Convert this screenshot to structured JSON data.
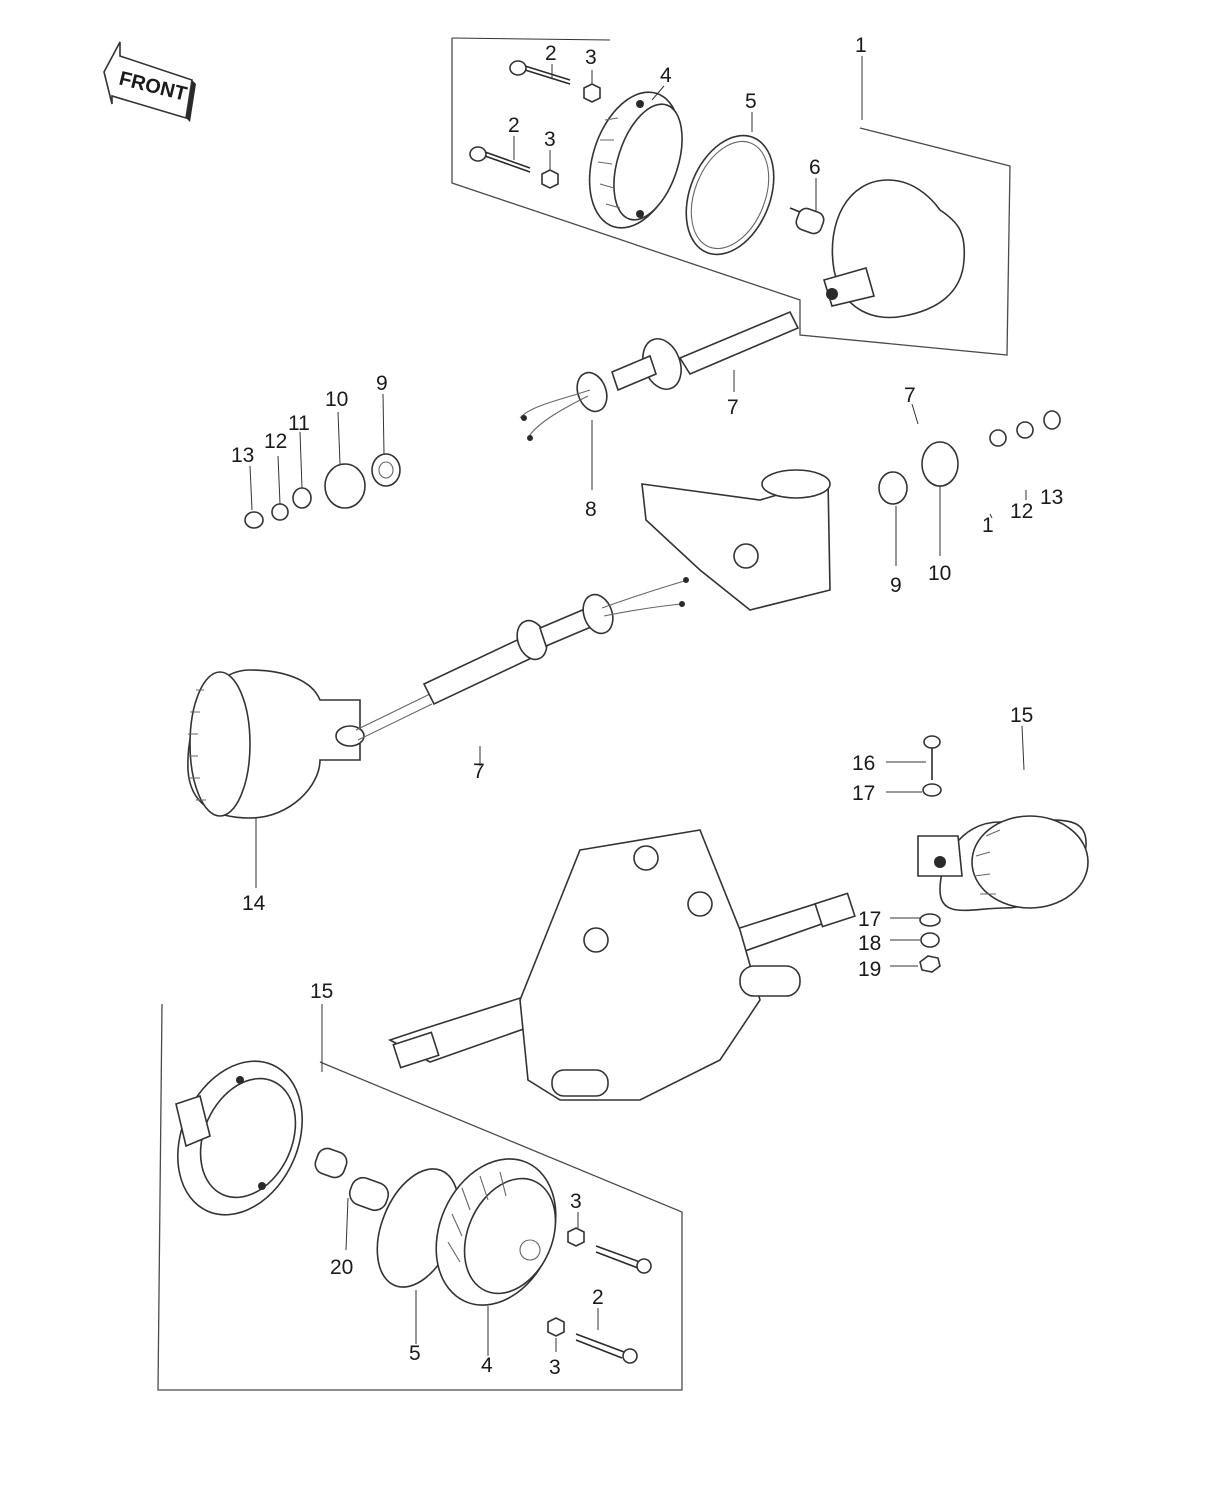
{
  "front_badge": {
    "text": "FRONT"
  },
  "callouts": [
    {
      "id": "c1",
      "text": "1"
    },
    {
      "id": "c2a",
      "text": "2"
    },
    {
      "id": "c3a",
      "text": "3"
    },
    {
      "id": "c4a",
      "text": "4"
    },
    {
      "id": "c2b",
      "text": "2"
    },
    {
      "id": "c3b",
      "text": "3"
    },
    {
      "id": "c5a",
      "text": "5"
    },
    {
      "id": "c6",
      "text": "6"
    },
    {
      "id": "c9a",
      "text": "9"
    },
    {
      "id": "c10a",
      "text": "10"
    },
    {
      "id": "c13a",
      "text": "13"
    },
    {
      "id": "c12a",
      "text": "12"
    },
    {
      "id": "c11a",
      "text": "11"
    },
    {
      "id": "c7a",
      "text": "7"
    },
    {
      "id": "c8",
      "text": "8"
    },
    {
      "id": "c7b",
      "text": "7"
    },
    {
      "id": "c11b",
      "text": "1"
    },
    {
      "id": "c12b",
      "text": "12"
    },
    {
      "id": "c13b",
      "text": "13"
    },
    {
      "id": "c9b",
      "text": "9"
    },
    {
      "id": "c10b",
      "text": "10"
    },
    {
      "id": "c7c",
      "text": "7"
    },
    {
      "id": "c14",
      "text": "14"
    },
    {
      "id": "c15a",
      "text": "15"
    },
    {
      "id": "c16",
      "text": "16"
    },
    {
      "id": "c17a",
      "text": "17"
    },
    {
      "id": "c17b",
      "text": "17"
    },
    {
      "id": "c18",
      "text": "18"
    },
    {
      "id": "c19",
      "text": "19"
    },
    {
      "id": "c15b",
      "text": "15"
    },
    {
      "id": "c3c",
      "text": "3"
    },
    {
      "id": "c20",
      "text": "20"
    },
    {
      "id": "c2c",
      "text": "2"
    },
    {
      "id": "c5b",
      "text": "5"
    },
    {
      "id": "c4b",
      "text": "4"
    },
    {
      "id": "c3d",
      "text": "3"
    }
  ]
}
